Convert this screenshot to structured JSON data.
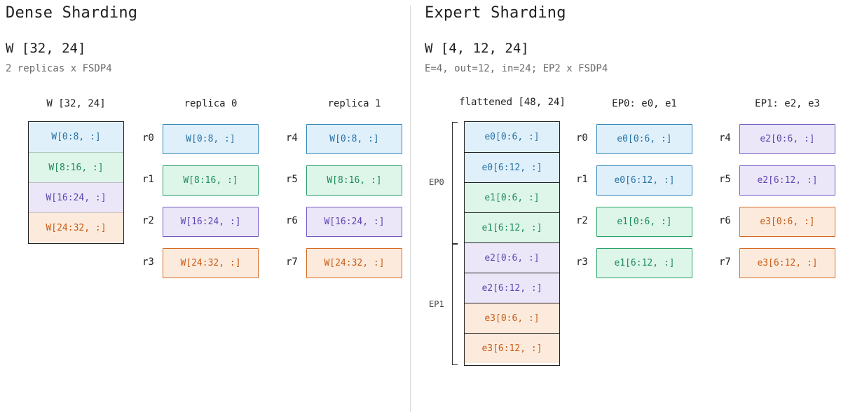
{
  "dense": {
    "title": "Dense Sharding",
    "subtitle": "W [32, 24]",
    "caption": "2 replicas x FSDP4",
    "col_full": "W [32, 24]",
    "col_r0": "replica 0",
    "col_r1": "replica 1",
    "full_cells": [
      "W[0:8, :]",
      "W[8:16, :]",
      "W[16:24, :]",
      "W[24:32, :]"
    ],
    "replica0": [
      {
        "rank": "r0",
        "label": "W[0:8, :]"
      },
      {
        "rank": "r1",
        "label": "W[8:16, :]"
      },
      {
        "rank": "r2",
        "label": "W[16:24, :]"
      },
      {
        "rank": "r3",
        "label": "W[24:32, :]"
      }
    ],
    "replica1": [
      {
        "rank": "r4",
        "label": "W[0:8, :]"
      },
      {
        "rank": "r5",
        "label": "W[8:16, :]"
      },
      {
        "rank": "r6",
        "label": "W[16:24, :]"
      },
      {
        "rank": "r7",
        "label": "W[24:32, :]"
      }
    ]
  },
  "expert": {
    "title": "Expert Sharding",
    "subtitle": "W [4, 12, 24]",
    "caption": "E=4, out=12, in=24; EP2 x FSDP4",
    "col_flat": "flattened [48, 24]",
    "col_ep0": "EP0: e0, e1",
    "col_ep1": "EP1: e2, e3",
    "ep0_label": "EP0",
    "ep1_label": "EP1",
    "flat_cells": [
      "e0[0:6, :]",
      "e0[6:12, :]",
      "e1[0:6, :]",
      "e1[6:12, :]",
      "e2[0:6, :]",
      "e2[6:12, :]",
      "e3[0:6, :]",
      "e3[6:12, :]"
    ],
    "ep0": [
      {
        "rank": "r0",
        "label": "e0[0:6, :]"
      },
      {
        "rank": "r1",
        "label": "e0[6:12, :]"
      },
      {
        "rank": "r2",
        "label": "e1[0:6, :]"
      },
      {
        "rank": "r3",
        "label": "e1[6:12, :]"
      }
    ],
    "ep1": [
      {
        "rank": "r4",
        "label": "e2[0:6, :]"
      },
      {
        "rank": "r5",
        "label": "e2[6:12, :]"
      },
      {
        "rank": "r6",
        "label": "e3[0:6, :]"
      },
      {
        "rank": "r7",
        "label": "e3[6:12, :]"
      }
    ]
  }
}
